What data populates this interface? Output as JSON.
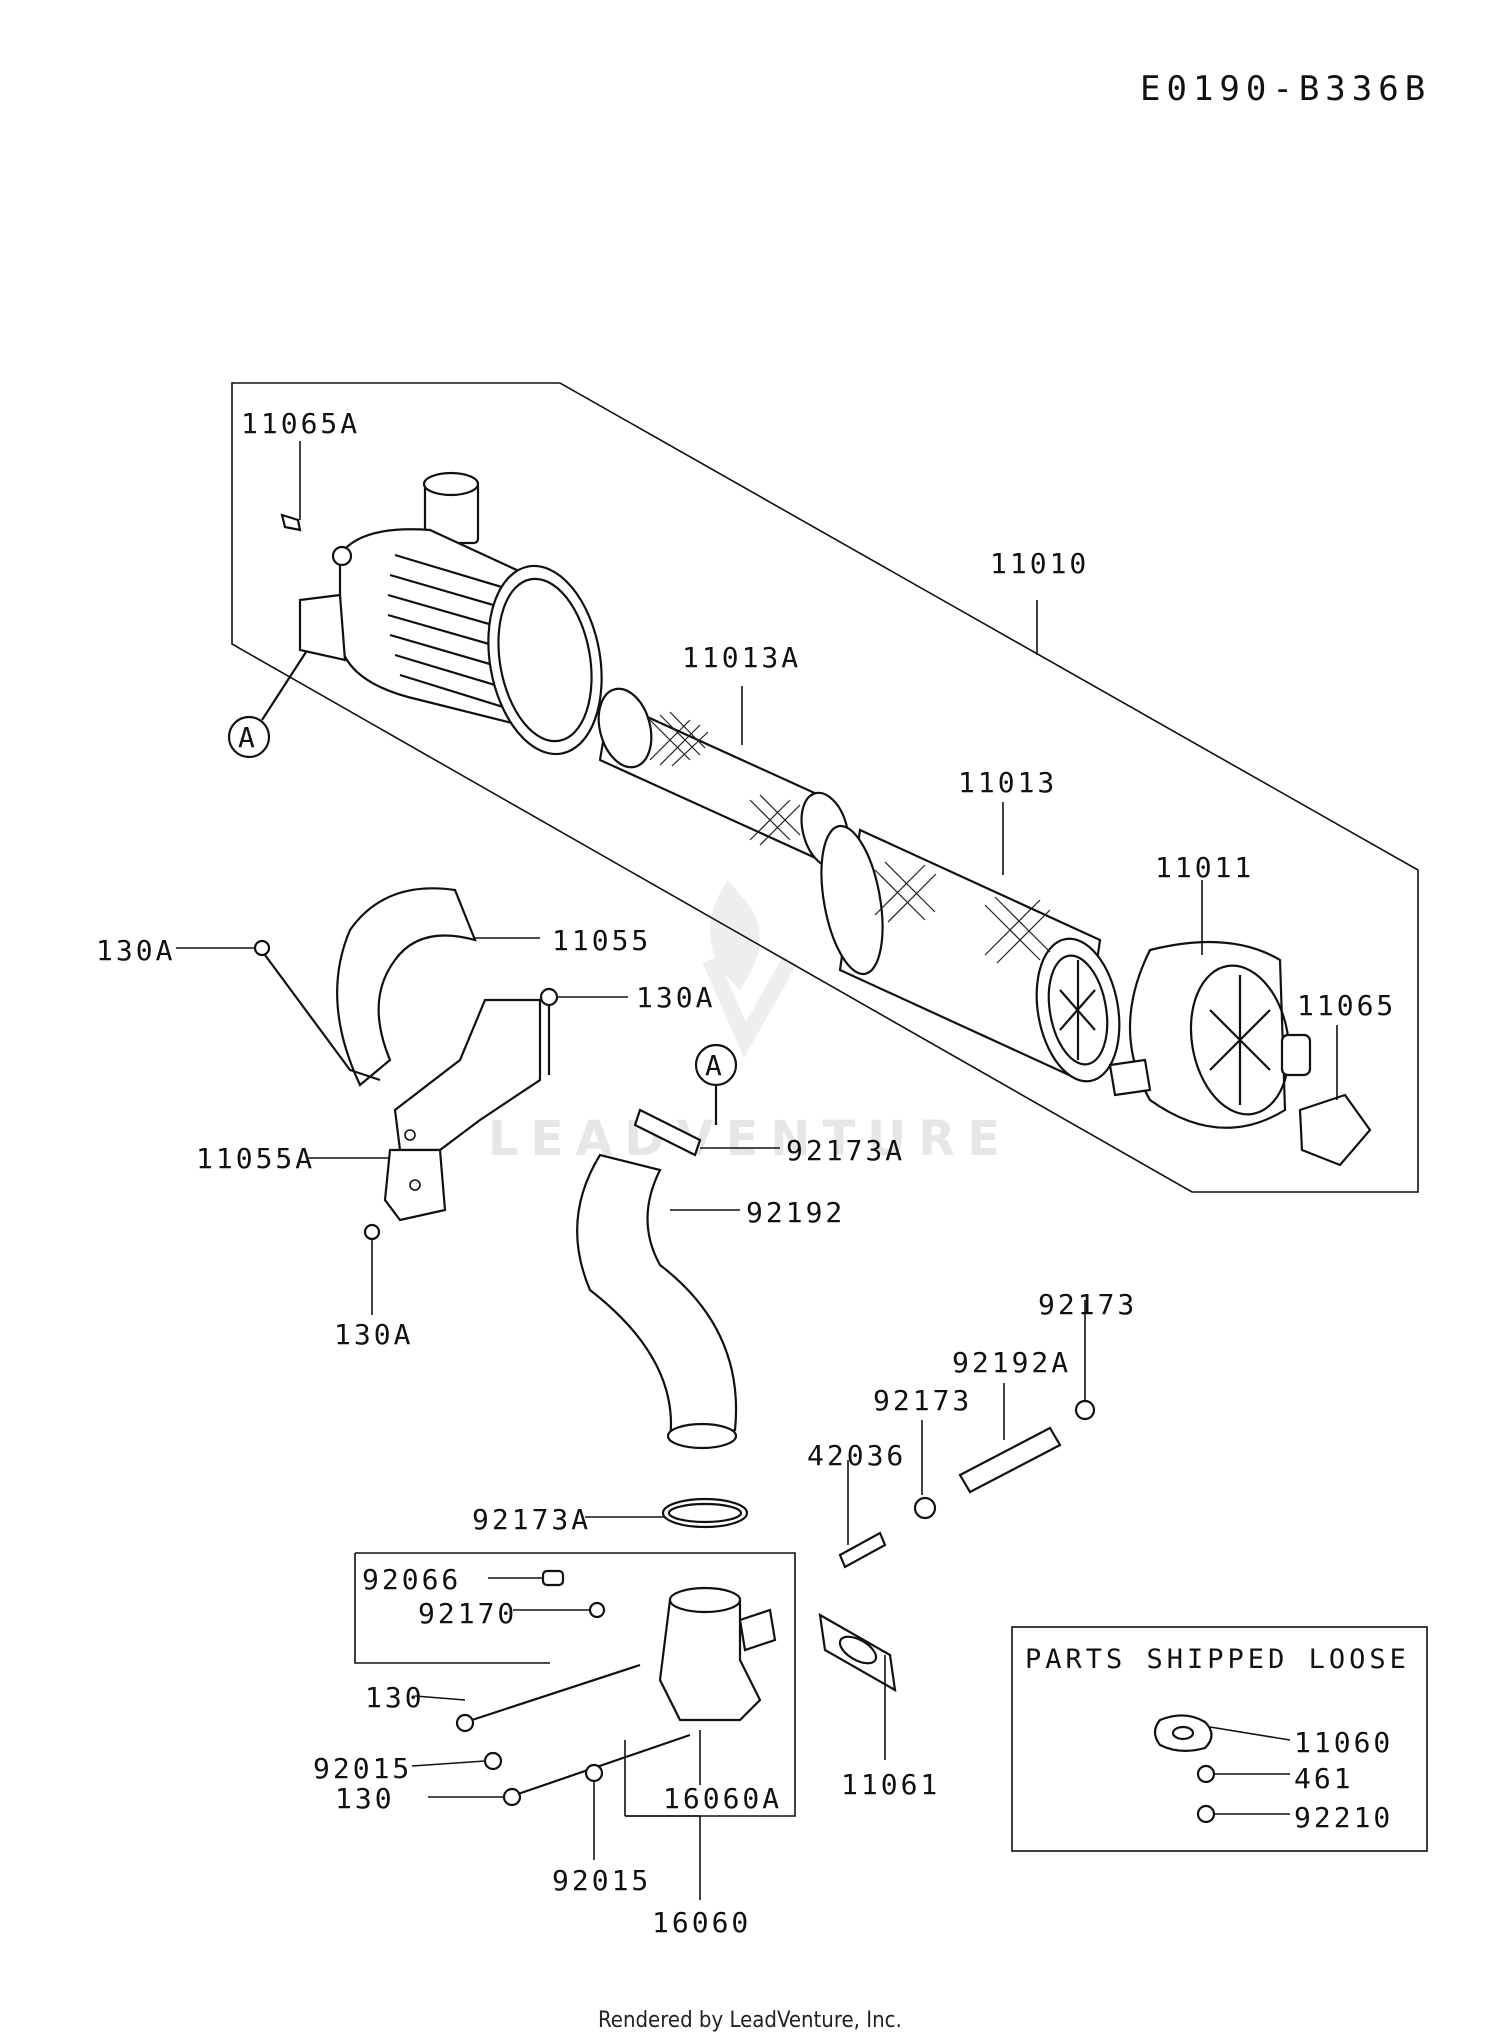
{
  "diagram_code": "E0190-B336B",
  "watermark": "LEADVENTURE",
  "footer": "Rendered by LeadVenture, Inc.",
  "callout_letter": "A",
  "parts_box_title": "PARTS SHIPPED LOOSE",
  "labels": {
    "p11065A": "11065A",
    "p11010": "11010",
    "p11013A": "11013A",
    "p11013": "11013",
    "p11011": "11011",
    "p11065": "11065",
    "p130A_1": "130A",
    "p11055": "11055",
    "p130A_2": "130A",
    "p11055A": "11055A",
    "p130A_3": "130A",
    "p92173A_1": "92173A",
    "p92192": "92192",
    "p92173_1": "92173",
    "p92192A": "92192A",
    "p92173_2": "92173",
    "p42036": "42036",
    "p92173A_2": "92173A",
    "p92066": "92066",
    "p92170": "92170",
    "p130_1": "130",
    "p92015_1": "92015",
    "p130_2": "130",
    "p16060A": "16060A",
    "p11061": "11061",
    "p92015_2": "92015",
    "p16060": "16060",
    "p11060": "11060",
    "p461": "461",
    "p92210": "92210"
  }
}
